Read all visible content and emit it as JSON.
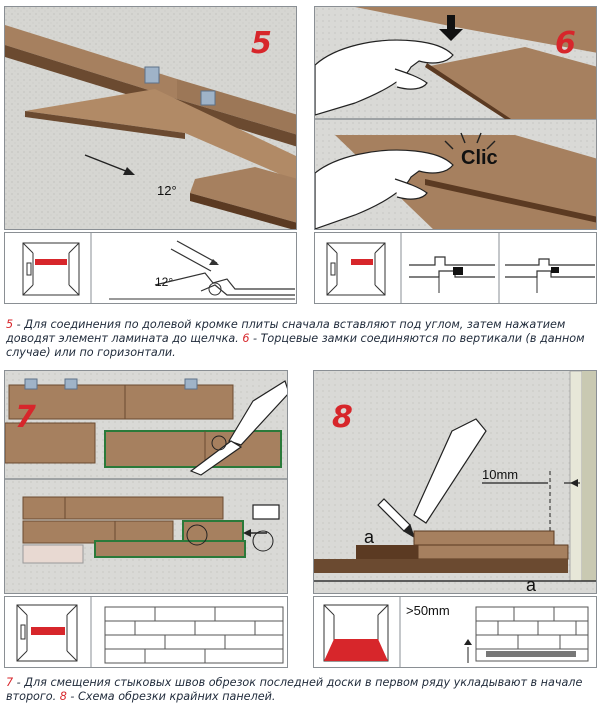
{
  "panel5": {
    "step": "5",
    "angle_label": "12°",
    "detail_angle_label": "12°"
  },
  "panel6": {
    "step": "6",
    "click_label": "Clic"
  },
  "caption1": {
    "n1": "5",
    "t1": " - Для соединения по долевой кромке плиты сначала вставляют под углом, затем нажатием доводят элемент ламината до щелчка. ",
    "n2": "6",
    "t2": " - Торцевые замки соединяются по вертикали (в данном случае) или по горизонтали."
  },
  "panel7": {
    "step": "7"
  },
  "panel8": {
    "step": "8",
    "gap_label": "10mm",
    "mark_a_top": "a",
    "mark_a_bottom": "a",
    "min_length_label": ">50mm"
  },
  "caption2": {
    "n1": "7",
    "t1": " - Для смещения стыковых швов обрезок последней доски в первом ряду укладывают в начале второго. ",
    "n2": "8",
    "t2": " - Схема обрезки крайних панелей."
  },
  "colors": {
    "accent_red": "#d7262b",
    "board_brown": "#a6805f",
    "board_dark": "#5b3a22",
    "floor_gray": "#d9d9d6"
  }
}
